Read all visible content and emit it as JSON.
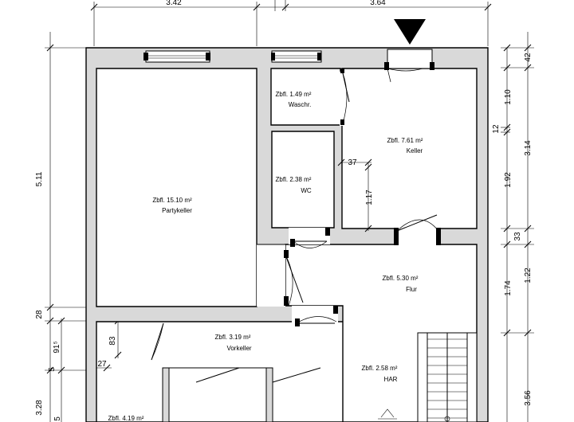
{
  "dimensions": {
    "top": [
      "3.42",
      "3.64"
    ],
    "left": [
      "5.11",
      "28",
      "91⁵",
      "83",
      "5",
      "27",
      "3.28",
      "5"
    ],
    "right": [
      "42",
      "1.10",
      "12",
      "3.14",
      "1.92",
      "33",
      "1.22",
      "1.74",
      "3.56"
    ],
    "inner": [
      "37",
      "1.17"
    ]
  },
  "rooms": [
    {
      "area": "Zbfl. 1.49 m²",
      "name": "Waschr."
    },
    {
      "area": "Zbfl. 7.61 m²",
      "name": "Keller"
    },
    {
      "area": "Zbfl. 2.38 m²",
      "name": "WC"
    },
    {
      "area": "Zbfl. 15.10 m²",
      "name": "Partykeller"
    },
    {
      "area": "Zbfl. 5.30 m²",
      "name": "Flur"
    },
    {
      "area": "Zbfl. 3.19 m²",
      "name": "Vorkeller"
    },
    {
      "area": "Zbfl. 2.58 m²",
      "name": "HAR"
    },
    {
      "area": "Zbfl. 4.19 m²",
      "name": ""
    }
  ],
  "colors": {
    "wall": "#d9d9d9",
    "line": "#000000"
  },
  "icons": [
    "north-arrow-icon"
  ]
}
